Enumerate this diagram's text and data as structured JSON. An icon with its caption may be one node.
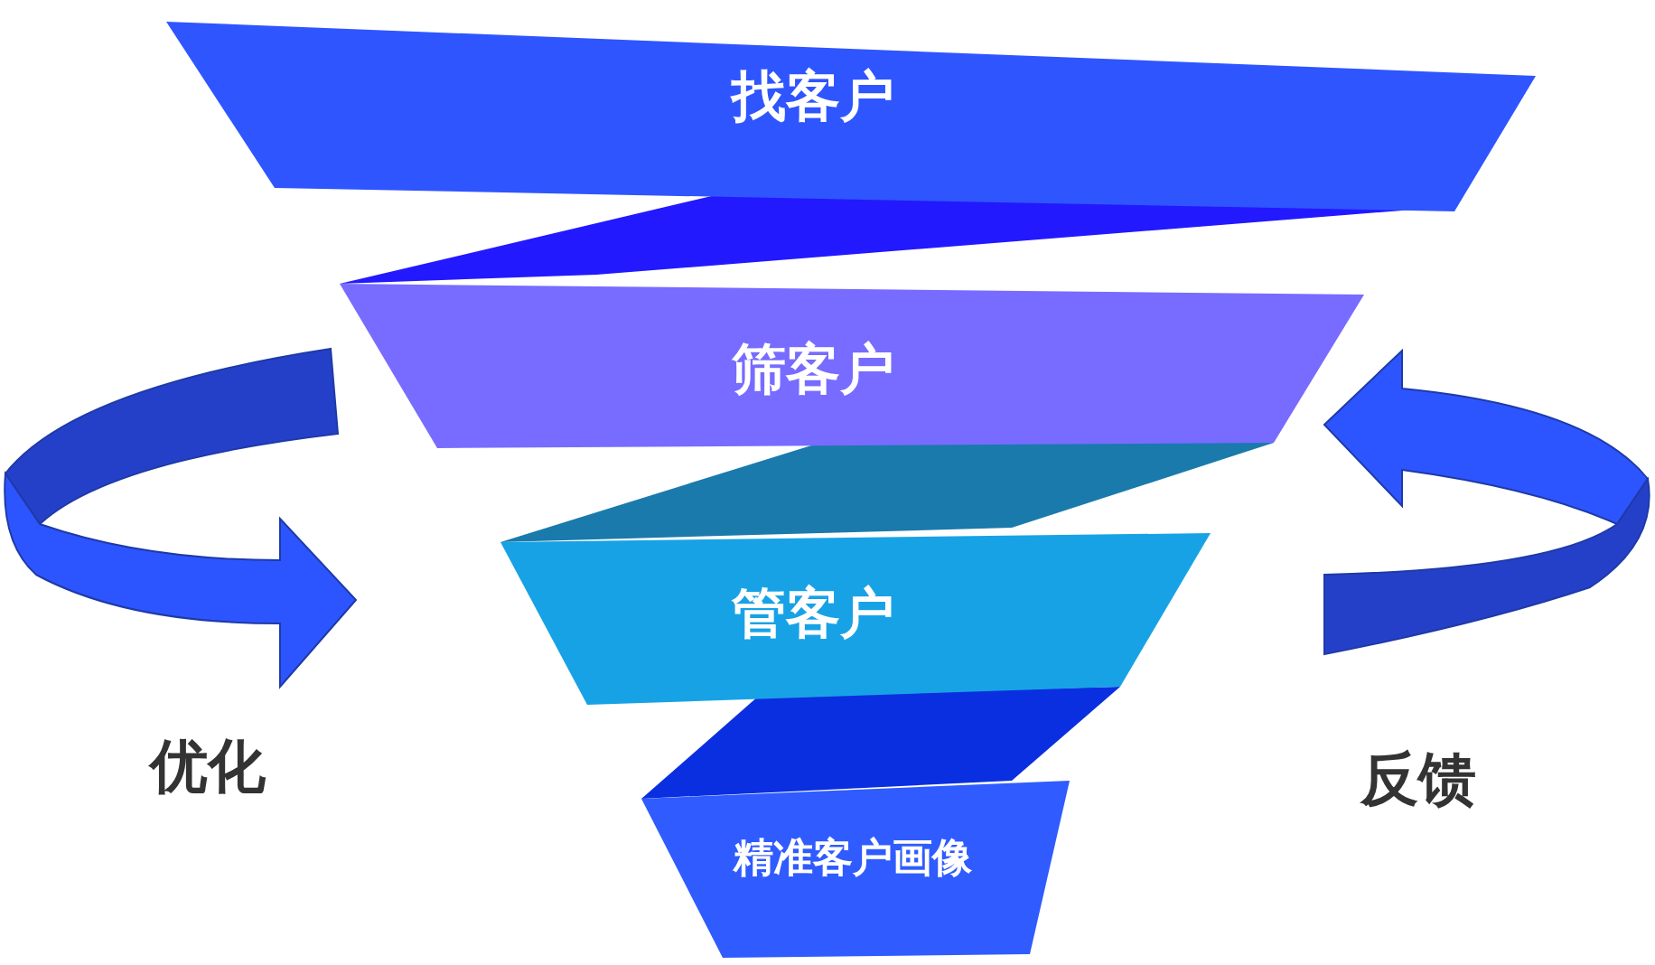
{
  "diagram": {
    "nodes": [
      {
        "text": [
          "找客户"
        ]
      },
      {
        "text": [
          "筛客户"
        ]
      },
      {
        "text": [
          "管客户"
        ]
      },
      {
        "text": [
          "精准客户画像"
        ]
      }
    ],
    "labels": [
      "优化",
      "反馈"
    ]
  }
}
